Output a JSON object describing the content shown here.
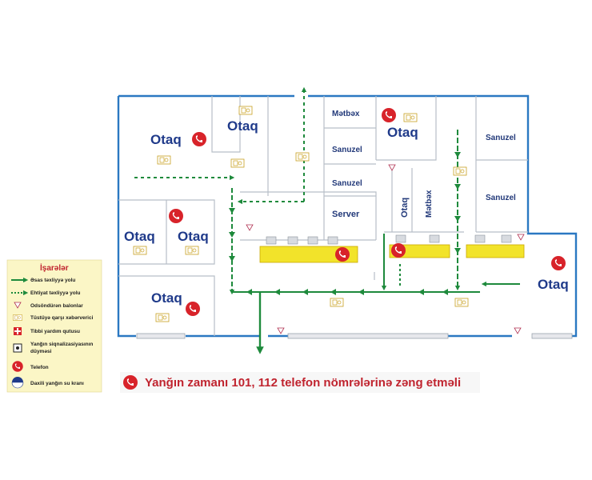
{
  "rooms": {
    "otaq_1": "Otaq",
    "otaq_2": "Otaq",
    "otaq_3": "Otaq",
    "otaq_4": "Otaq",
    "otaq_5": "Otaq",
    "otaq_6": "Otaq",
    "otaq_7": "Otaq",
    "otaq_8": "Otaq",
    "metbex_1": "Mətbəx",
    "metbex_2": "Mətbəx",
    "sanuzel_1": "Sanuzel",
    "sanuzel_2": "Sanuzel",
    "sanuzel_3": "Sanuzel",
    "sanuzel_4": "Sanuzel",
    "server": "Server"
  },
  "legend": {
    "title": "İşarələr",
    "items": [
      {
        "label": "Əsas təxliyyə yolu",
        "icon": "solid-green-arrow-icon"
      },
      {
        "label": "Ehtiyat təxliyyə yolu",
        "icon": "dotted-green-arrow-icon"
      },
      {
        "label": "Odsöndürən balonlar",
        "icon": "triangle-icon"
      },
      {
        "label": "Tüstüyə qarşı xəbərverici",
        "icon": "smoke-detector-icon"
      },
      {
        "label": "Tibbi yardım qutusu",
        "icon": "first-aid-icon"
      },
      {
        "label": "Yanğın siqnalizasiyasının",
        "label2": "düyməsi",
        "icon": "alarm-button-icon"
      },
      {
        "label": "Telefon",
        "icon": "phone-icon"
      },
      {
        "label": "Daxili yanğın su kranı",
        "icon": "hydrant-icon"
      }
    ]
  },
  "banner": {
    "text": "Yanğın zamanı 101, 112 telefon nömrələrinə zəng etməli"
  },
  "colors": {
    "wall": "#2b78c2",
    "route": "#1e8a3c",
    "phone": "#d8232a",
    "counter": "#f2e32a",
    "legend_bg": "#fbf6c6"
  }
}
